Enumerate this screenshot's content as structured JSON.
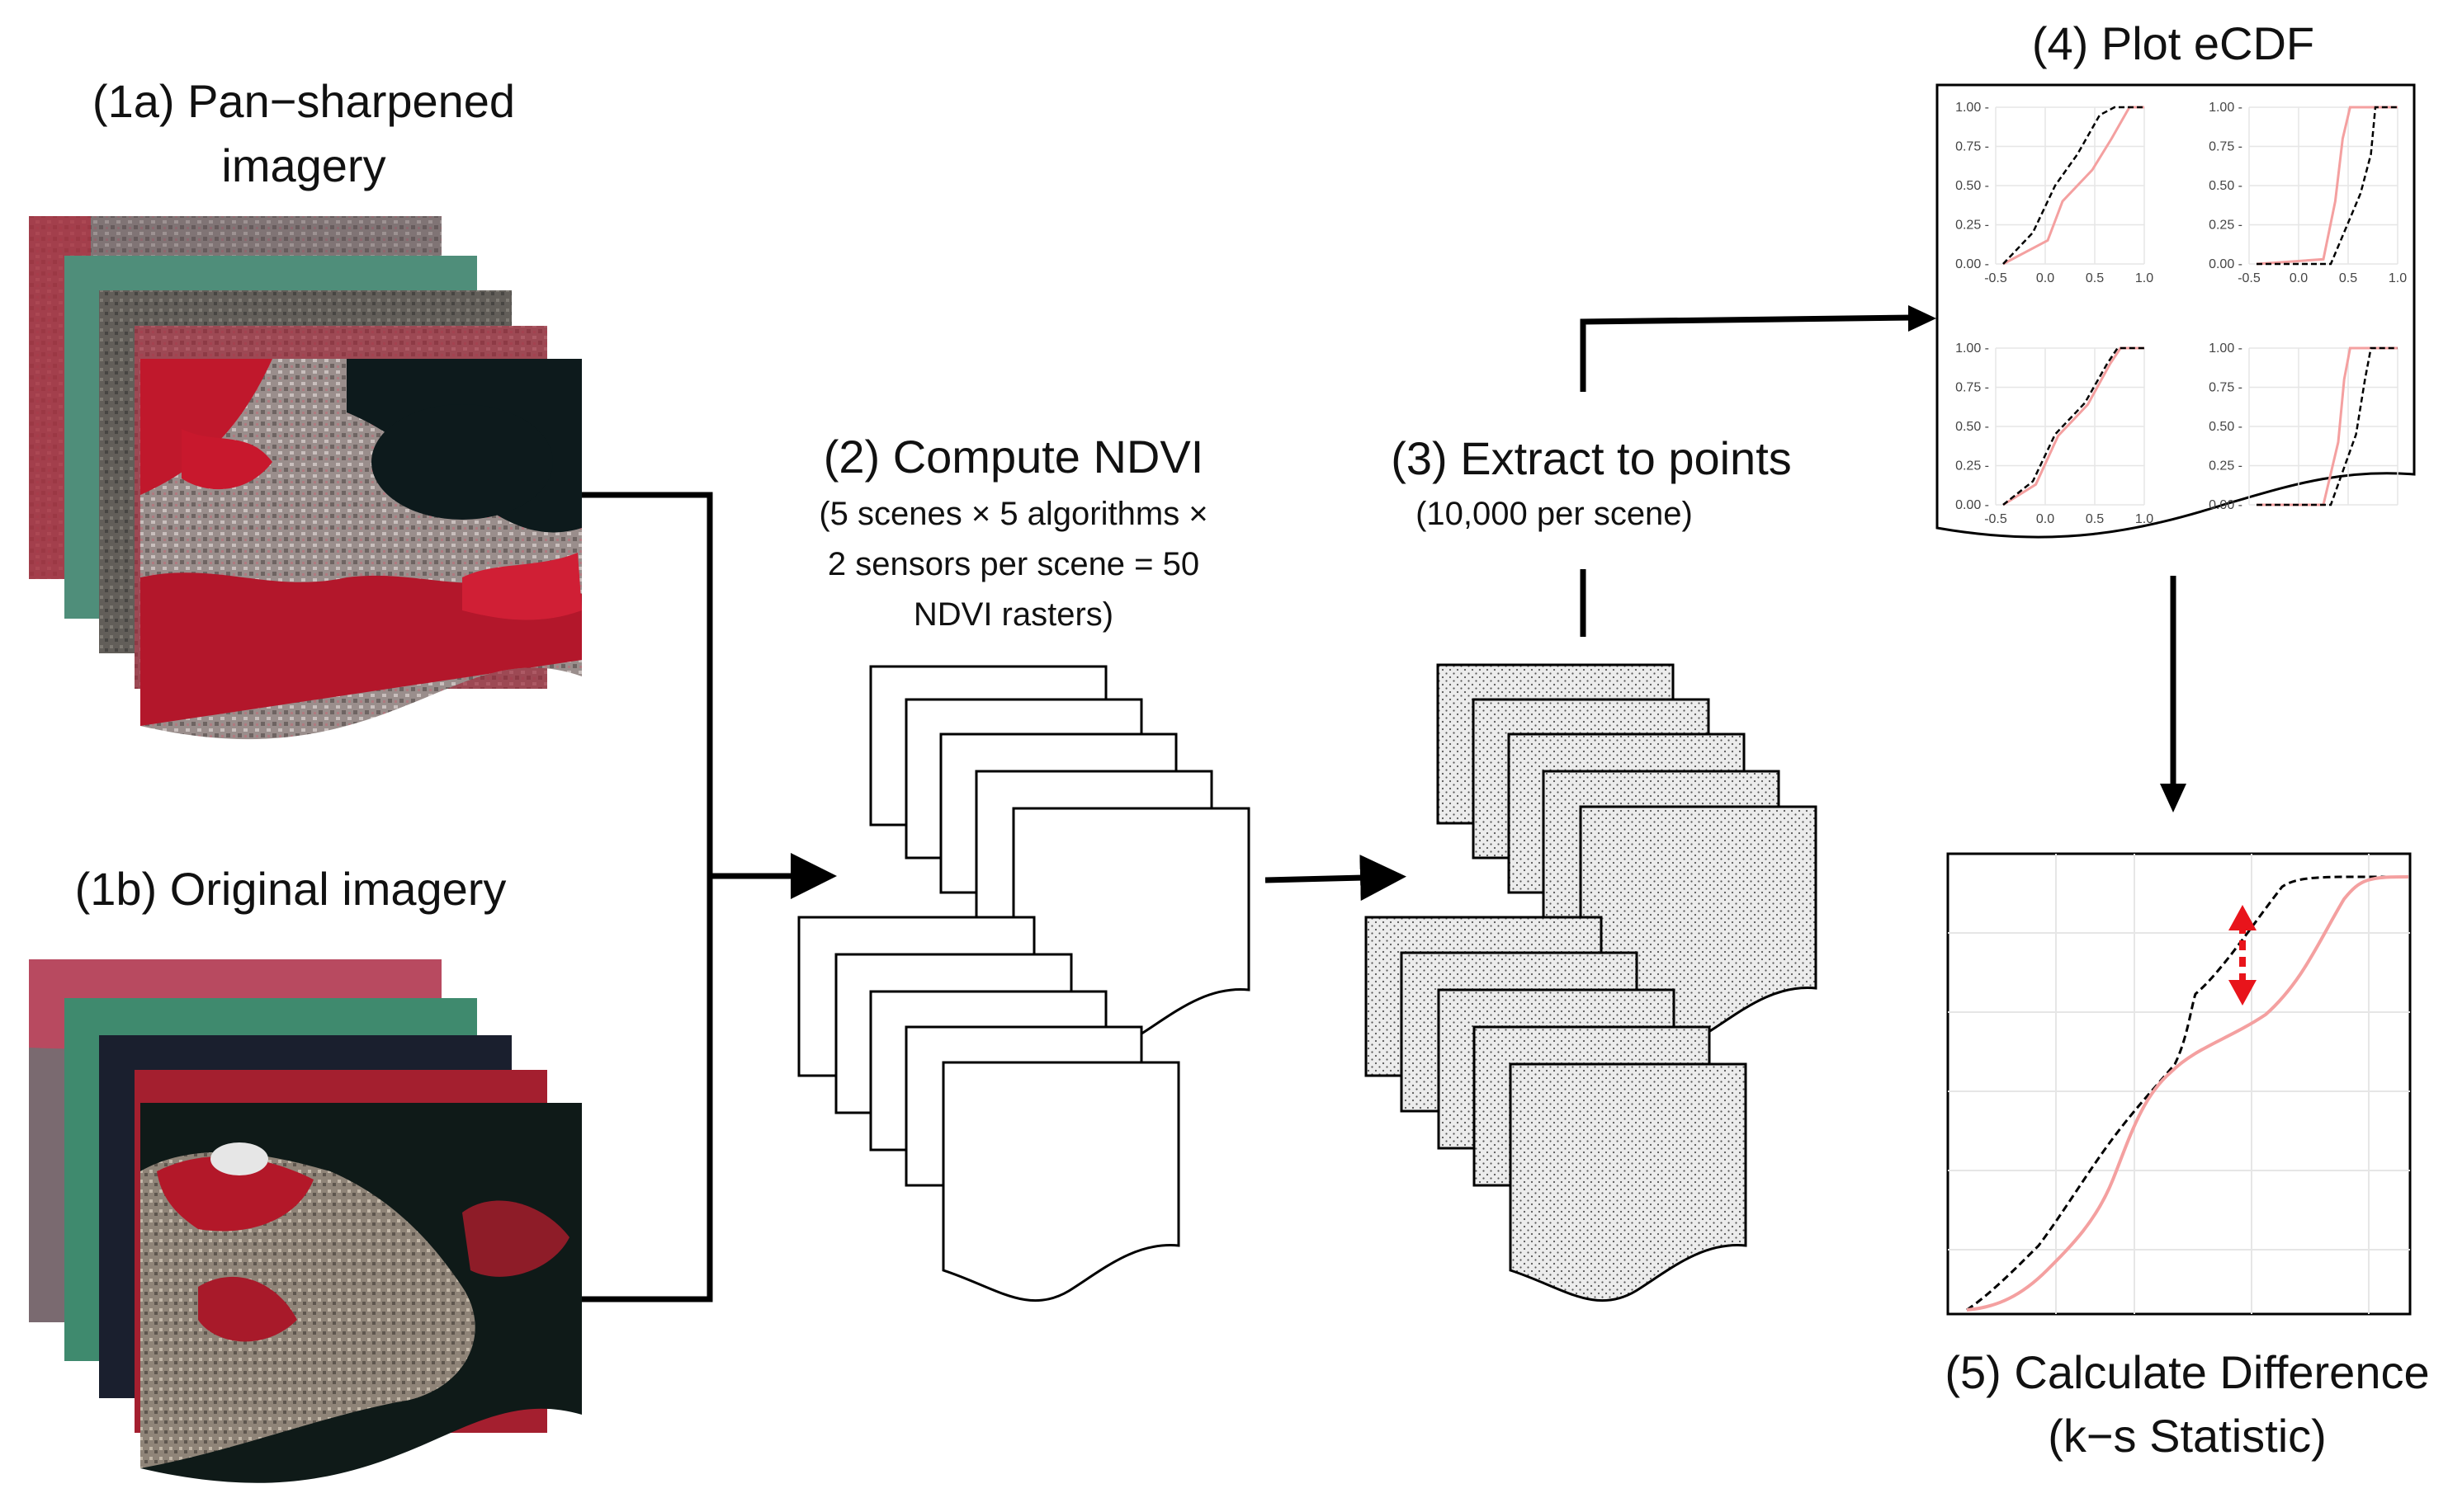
{
  "steps": {
    "s1a": {
      "line1": "(1a) Pan−sharpened",
      "line2": "imagery"
    },
    "s1b": {
      "line1": "(1b) Original imagery"
    },
    "s2": {
      "title": "(2) Compute NDVI",
      "sub1": "(5 scenes × 5 algorithms ×",
      "sub2": "2 sensors per scene = 50",
      "sub3": "NDVI rasters)"
    },
    "s3": {
      "title": "(3) Extract to points",
      "sub": "(10,000 per scene)"
    },
    "s4": {
      "title": "(4) Plot eCDF"
    },
    "s5": {
      "line1": "(5) Calculate Difference",
      "line2": "(k−s Statistic)"
    }
  },
  "ecdf_panels": {
    "y_ticks": [
      "1.00",
      "0.75",
      "0.50",
      "0.25",
      "0.00"
    ],
    "x_ticks": [
      "-0.5",
      "0.0",
      "0.5",
      "1.0"
    ]
  },
  "colors": {
    "dark_curve": "#000000",
    "pink_curve": "#f4a0a0",
    "ks_arrow": "#e8141b",
    "vegetation_red": "#c8182d",
    "water_dark": "#0d1a1c",
    "teal_layer": "#3f8a6e"
  }
}
